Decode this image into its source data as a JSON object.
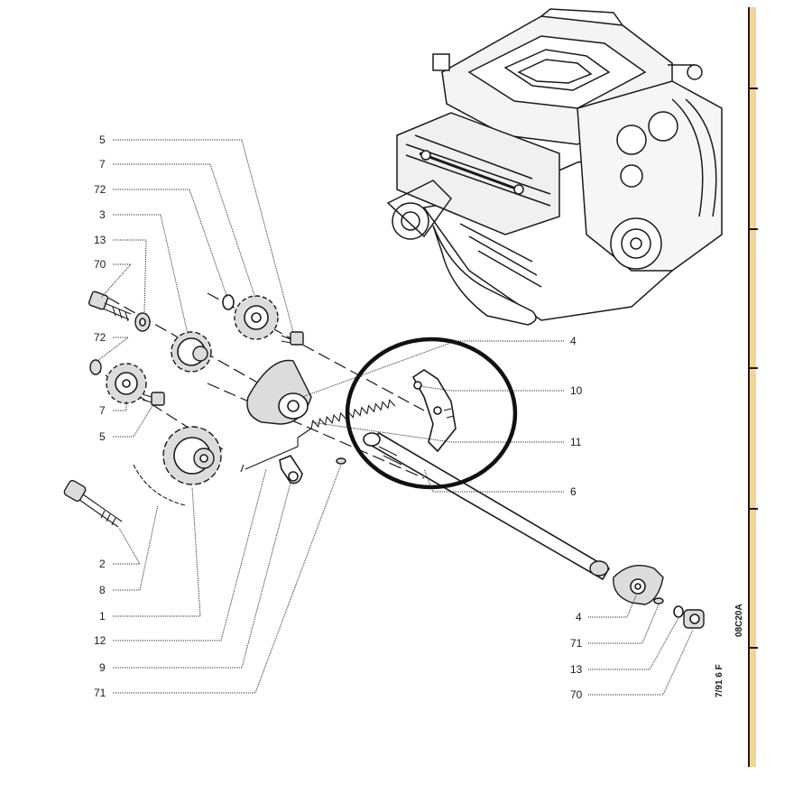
{
  "labels": {
    "left": [
      {
        "id": "l5a",
        "text": "5"
      },
      {
        "id": "l7a",
        "text": "7"
      },
      {
        "id": "l72a",
        "text": "72"
      },
      {
        "id": "l3",
        "text": "3"
      },
      {
        "id": "l13a",
        "text": "13"
      },
      {
        "id": "l70a",
        "text": "70"
      },
      {
        "id": "l72b",
        "text": "72"
      },
      {
        "id": "l7b",
        "text": "7"
      },
      {
        "id": "l5b",
        "text": "5"
      },
      {
        "id": "l2",
        "text": "2"
      },
      {
        "id": "l8",
        "text": "8"
      },
      {
        "id": "l1",
        "text": "1"
      },
      {
        "id": "l12",
        "text": "12"
      },
      {
        "id": "l9",
        "text": "9"
      },
      {
        "id": "l71a",
        "text": "71"
      }
    ],
    "right": [
      {
        "id": "r4a",
        "text": "4"
      },
      {
        "id": "r10",
        "text": "10"
      },
      {
        "id": "r11",
        "text": "11"
      },
      {
        "id": "r6",
        "text": "6"
      },
      {
        "id": "r4b",
        "text": "4"
      },
      {
        "id": "r71b",
        "text": "71"
      },
      {
        "id": "r13b",
        "text": "13"
      },
      {
        "id": "r70b",
        "text": "70"
      }
    ]
  },
  "codes": {
    "date": "7/91 6 F",
    "ref": "08C20A"
  },
  "colors": {
    "ink": "#1a1a1a",
    "edge_accent": "#f2d49a"
  }
}
